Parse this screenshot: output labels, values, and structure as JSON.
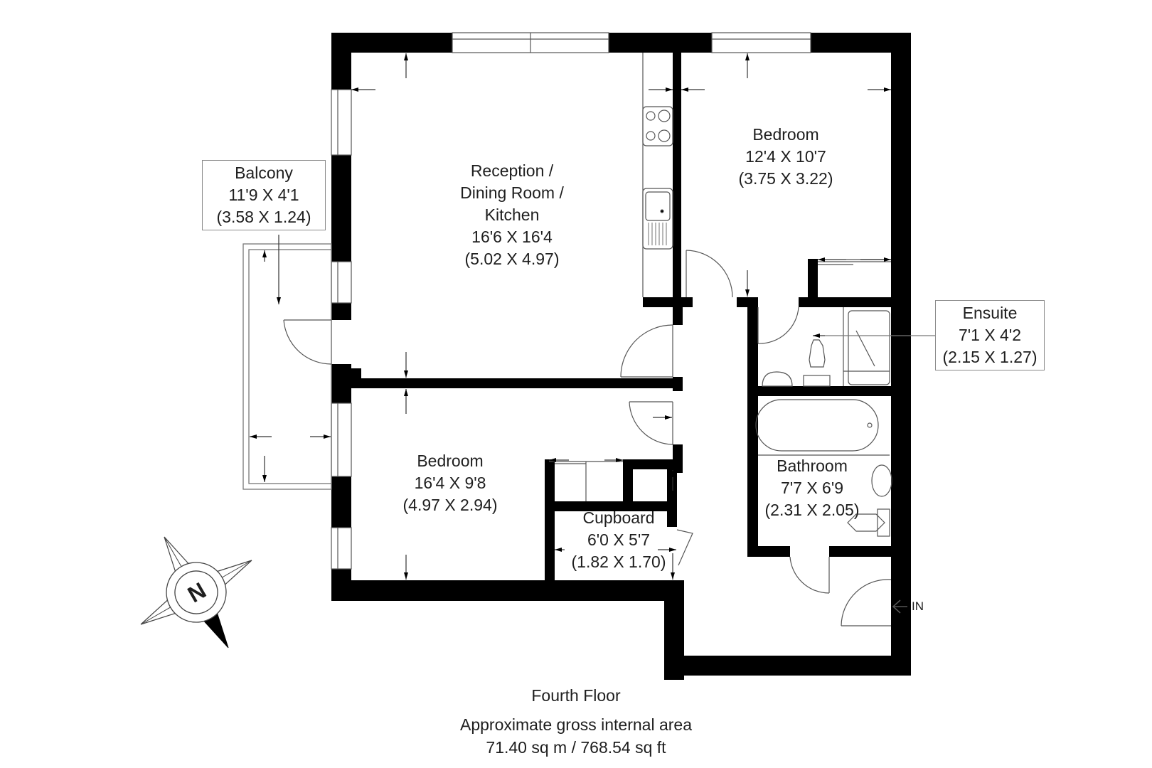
{
  "plan": {
    "floor": "Fourth Floor",
    "area_caption": "Approximate gross internal area",
    "area_value": "71.40 sq m / 768.54 sq ft",
    "entrance_label": "IN",
    "compass": {
      "label": "N",
      "icon": "compass-north-icon"
    },
    "wall_color": "#000000",
    "line_color": "#7a7a7a"
  },
  "rooms": {
    "balcony": {
      "name": "Balcony",
      "imperial": "11'9 X 4'1",
      "metric": "(3.58 X 1.24)"
    },
    "reception": {
      "name_line1": "Reception /",
      "name_line2": "Dining Room /",
      "name_line3": "Kitchen",
      "imperial": "16'6 X 16'4",
      "metric": "(5.02 X 4.97)"
    },
    "bedroom1": {
      "name": "Bedroom",
      "imperial": "12'4 X 10'7",
      "metric": "(3.75 X 3.22)"
    },
    "ensuite": {
      "name": "Ensuite",
      "imperial": "7'1 X 4'2",
      "metric": "(2.15 X 1.27)"
    },
    "bedroom2": {
      "name": "Bedroom",
      "imperial": "16'4 X 9'8",
      "metric": "(4.97 X 2.94)"
    },
    "cupboard": {
      "name": "Cupboard",
      "imperial": "6'0 X 5'7",
      "metric": "(1.82 X 1.70)"
    },
    "bathroom": {
      "name": "Bathroom",
      "imperial": "7'7 X 6'9",
      "metric": "(2.31 X 2.05)"
    }
  }
}
